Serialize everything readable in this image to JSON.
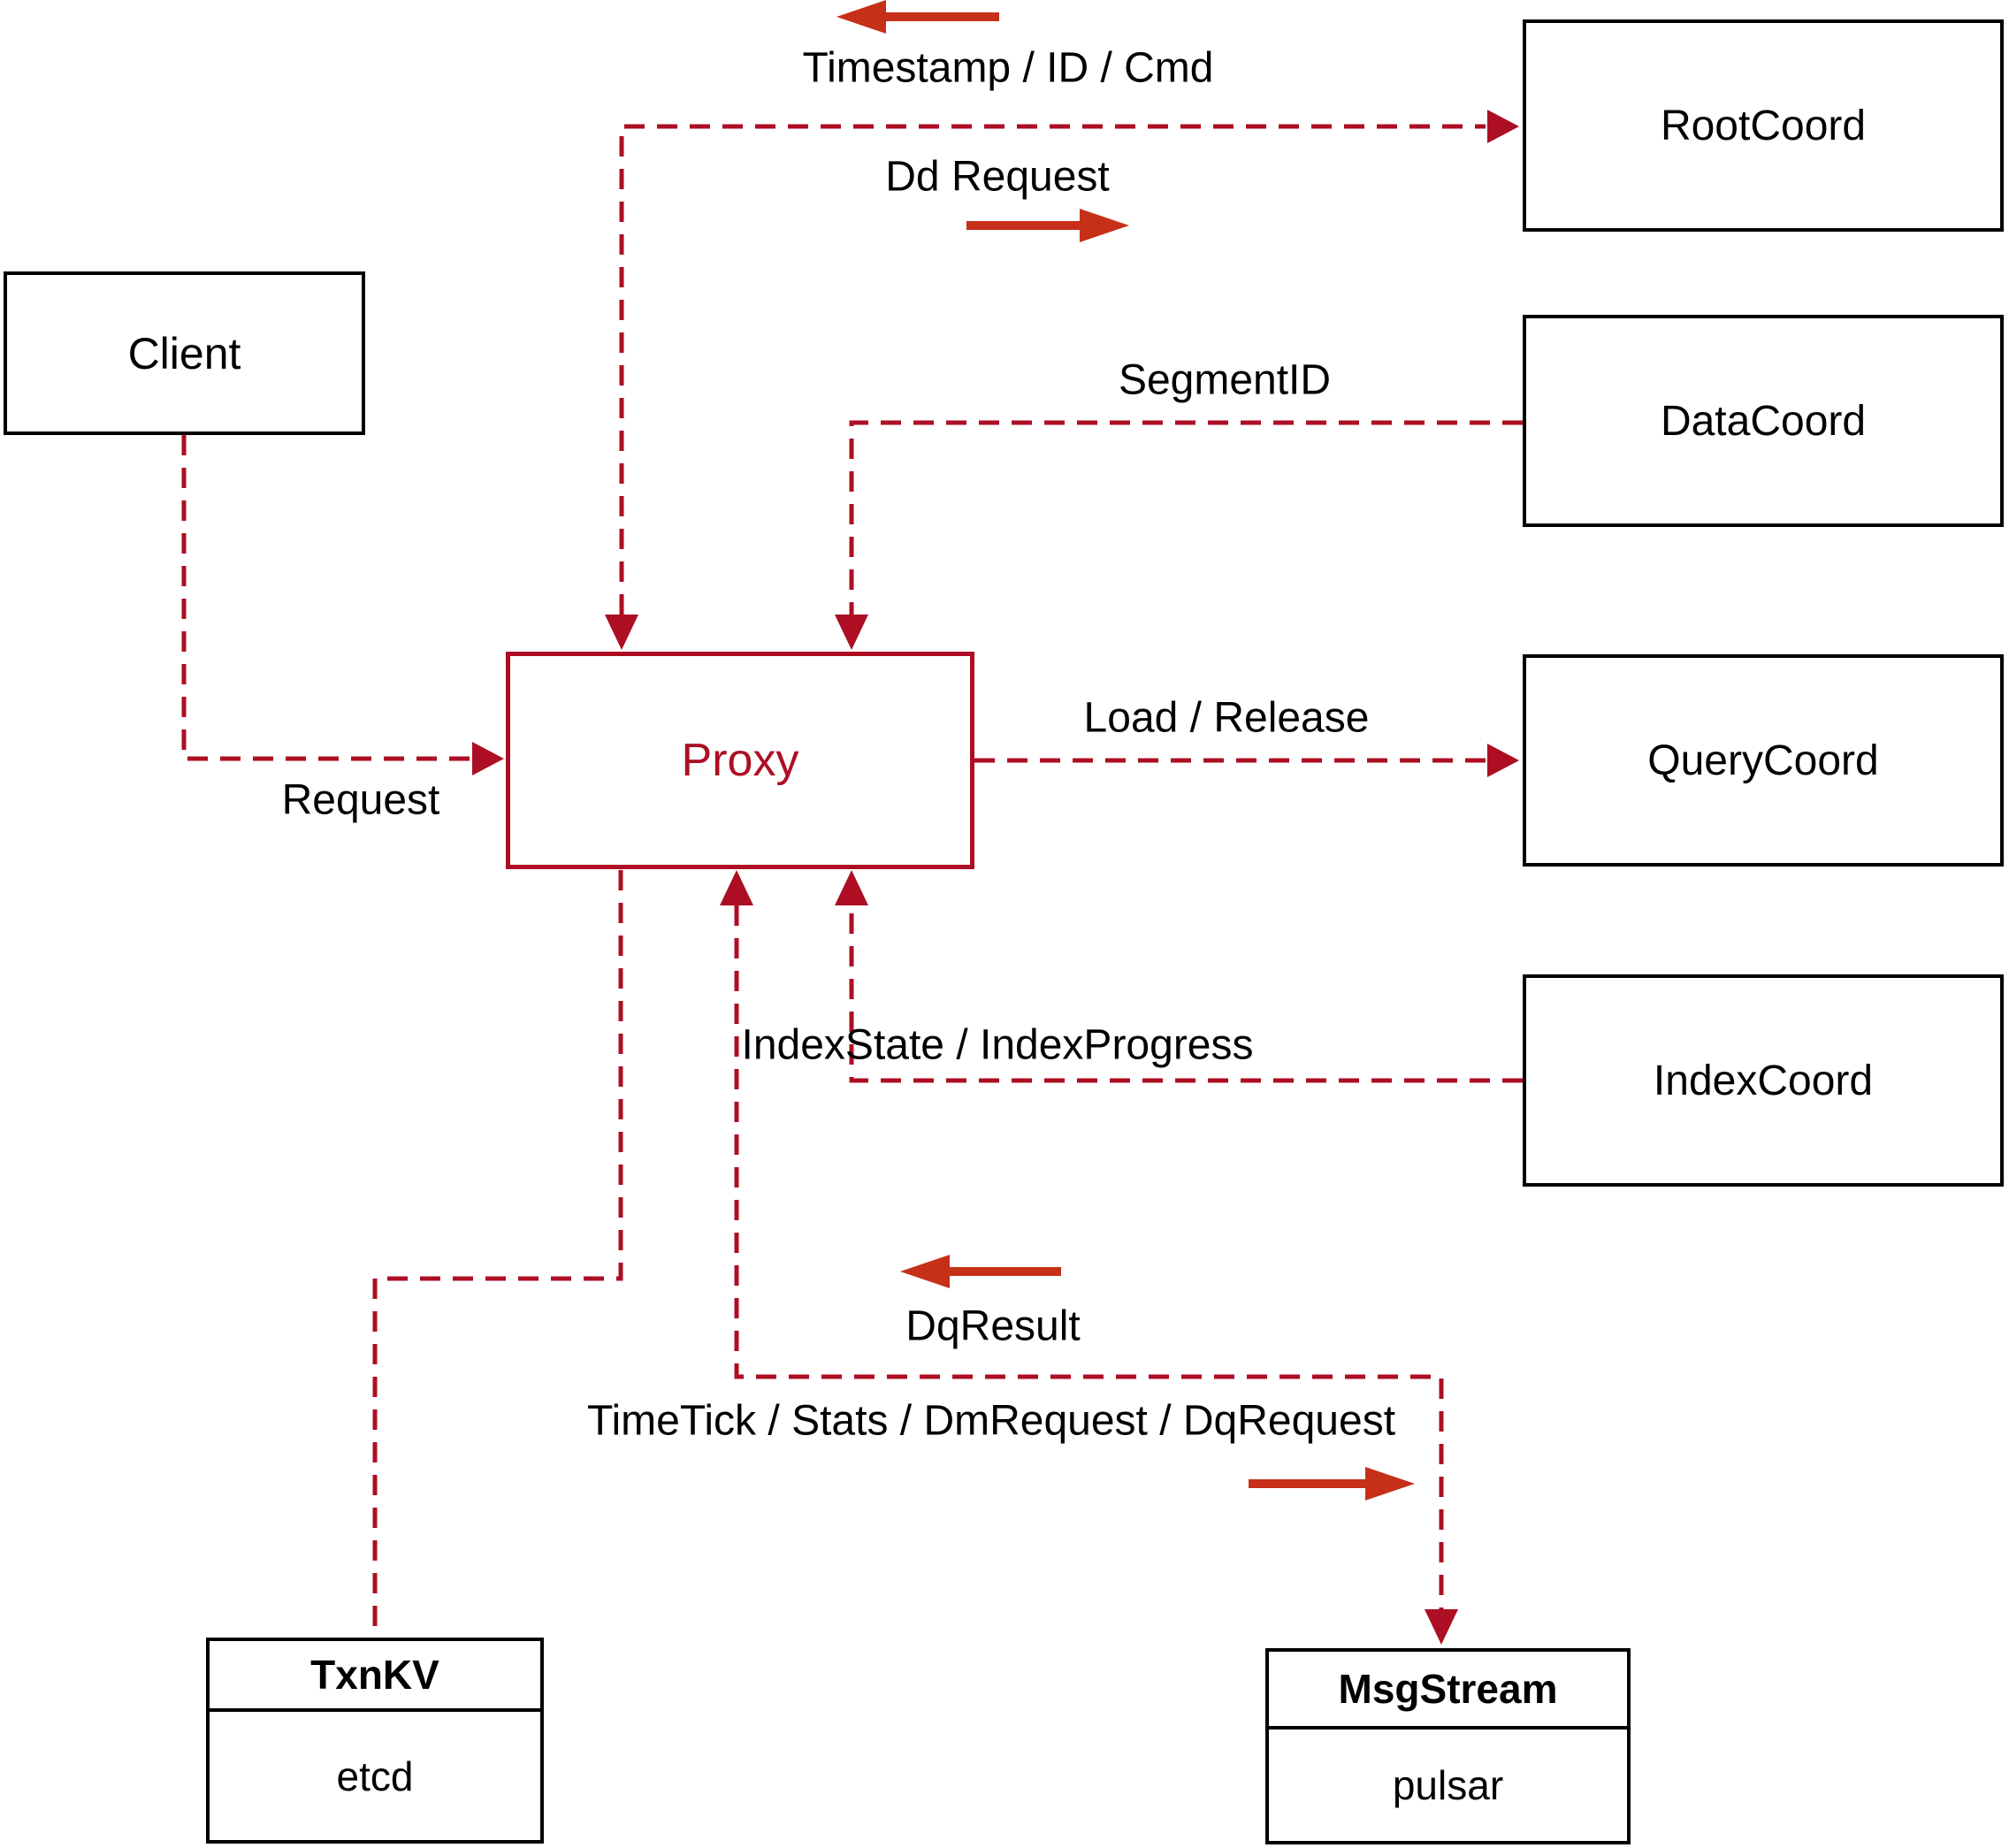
{
  "colors": {
    "dashed_line": "#AD0E23",
    "solid_arrow": "#C63018",
    "box_border": "#000000",
    "proxy_accent": "#AD0E23",
    "background": "#FFFFFF",
    "label_text": "#000000"
  },
  "nodes": {
    "client": {
      "label": "Client"
    },
    "proxy": {
      "label": "Proxy"
    },
    "root_coord": {
      "label": "RootCoord"
    },
    "data_coord": {
      "label": "DataCoord"
    },
    "query_coord": {
      "label": "QueryCoord"
    },
    "index_coord": {
      "label": "IndexCoord"
    },
    "txnkv": {
      "title": "TxnKV",
      "body": "etcd"
    },
    "msgstream": {
      "title": "MsgStream",
      "body": "pulsar"
    }
  },
  "edge_labels": {
    "request": "Request",
    "timestamp_id_cmd": "Timestamp / ID / Cmd",
    "dd_request": "Dd Request",
    "segment_id": "SegmentID",
    "load_release": "Load / Release",
    "index_state": "IndexState / IndexProgress",
    "dq_result": "DqResult",
    "timetick": "TimeTick / Stats / DmRequest / DqRequest"
  }
}
